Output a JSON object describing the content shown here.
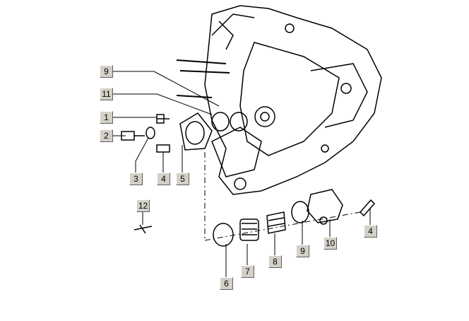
{
  "callouts": [
    {
      "id": "c9a",
      "text": "9"
    },
    {
      "id": "c11",
      "text": "11"
    },
    {
      "id": "c1",
      "text": "1"
    },
    {
      "id": "c2",
      "text": "2"
    },
    {
      "id": "c3",
      "text": "3"
    },
    {
      "id": "c4a",
      "text": "4"
    },
    {
      "id": "c5",
      "text": "5"
    },
    {
      "id": "c12",
      "text": "12"
    },
    {
      "id": "c6",
      "text": "6"
    },
    {
      "id": "c7",
      "text": "7"
    },
    {
      "id": "c8",
      "text": "8"
    },
    {
      "id": "c9b",
      "text": "9"
    },
    {
      "id": "c10",
      "text": "10"
    },
    {
      "id": "c4b",
      "text": "4"
    }
  ]
}
